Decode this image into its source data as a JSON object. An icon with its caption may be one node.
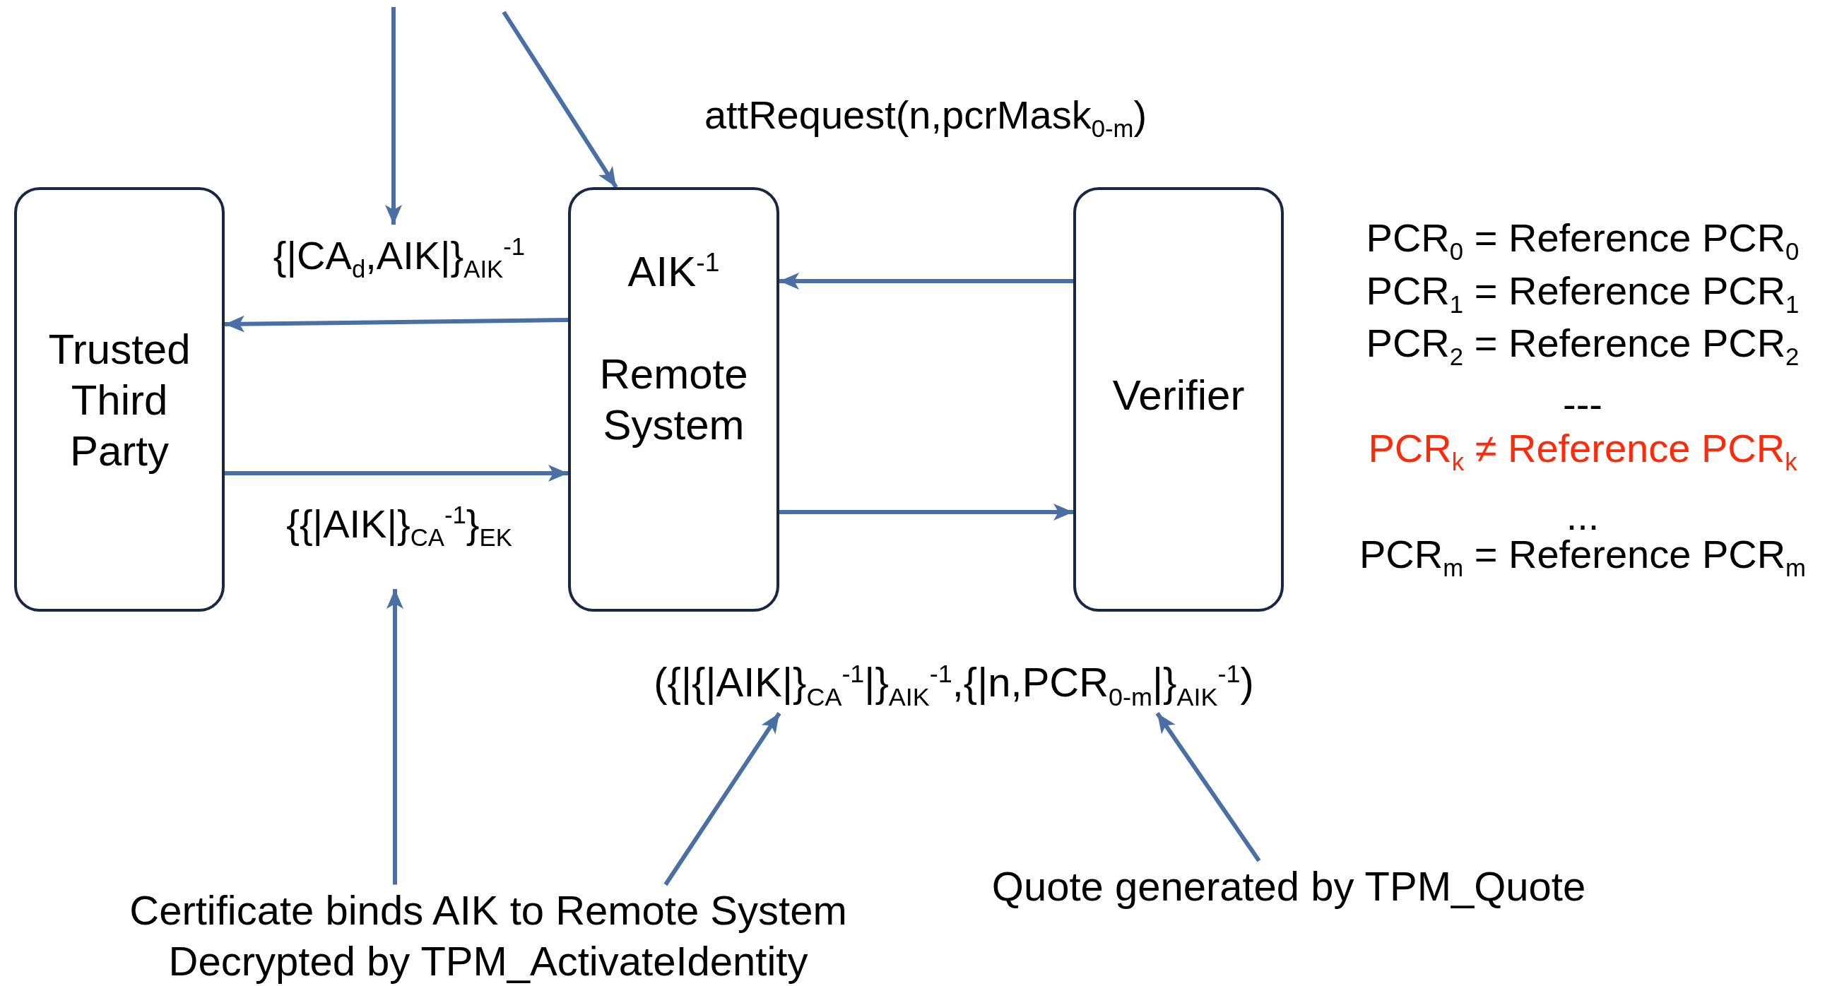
{
  "diagram": {
    "nodes": [
      {
        "text": [
          "Trusted Third Party"
        ]
      },
      {
        "text": [
          "AIK$^{-1}$",
          "Remote System"
        ]
      },
      {
        "text": [
          "Verifier"
        ]
      },
      {
        "text": [
          "Certificate binds AIK to Remote System",
          "Decrypted by TPM_ActivateIdentity"
        ]
      },
      {
        "text": [
          "Quote generated by TPM_Quote"
        ]
      },
      {
        "text": [
          "({|{|AIK|}$_{CA}$$^{-1}$|}$_{AIK}$$^{-1}$,{|n,PCR$_{0-m}$|}$_{AIK}$$^{-1}$)"
        ]
      }
    ],
    "edges": [
      {
        "from": 2,
        "to": 1,
        "arrow": "to",
        "label": "attRequest(n,pcrMask$_{0-m}$)"
      },
      {
        "from": 1,
        "to": 0,
        "arrow": "to",
        "label": "{|CA$_{d}$,AIK|}$_{AIK}$$^{-1}$"
      },
      {
        "from": 0,
        "to": 1,
        "arrow": "to",
        "label": "{{|AIK|}$_{CA}$$^{-1}$}$_{EK}$"
      },
      {
        "from": 1,
        "to": 2,
        "arrow": "to"
      },
      {
        "from": null,
        "to": 1,
        "arrow": "to"
      },
      {
        "from": 3,
        "to": null,
        "arrow": "to"
      },
      {
        "from": 3,
        "to": 5,
        "arrow": "to"
      },
      {
        "from": 4,
        "to": 5,
        "arrow": "to"
      }
    ],
    "labels": [
      "PCR$_{0}$ = Reference PCR$_{0}$",
      "PCR$_{1}$ = Reference PCR$_{1}$",
      "PCR$_{2}$ = Reference PCR$_{2}$",
      "---",
      "PCR$_{k}$ ≠ Reference PCR$_{k}$",
      "...",
      "PCR$_{m}$ = Reference PCR$_{m}$"
    ]
  }
}
